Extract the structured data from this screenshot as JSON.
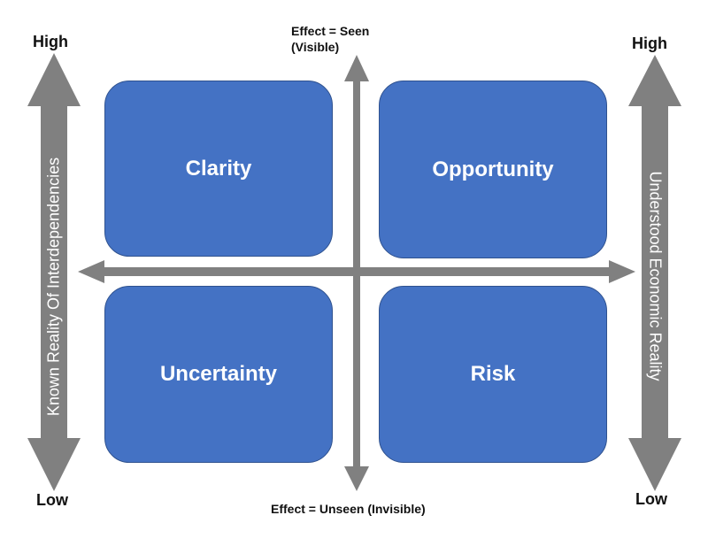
{
  "left_axis": {
    "high": "High",
    "low": "Low",
    "title": "Known Reality Of Interdependencies"
  },
  "right_axis": {
    "high": "High",
    "low": "Low",
    "title": "Understood Economic Reality"
  },
  "vertical_axis": {
    "top_line1": "Effect = Seen",
    "top_line2": "(Visible)",
    "bottom": "Effect = Unseen (Invisible)"
  },
  "quadrants": {
    "top_left": "Clarity",
    "top_right": "Opportunity",
    "bottom_left": "Uncertainty",
    "bottom_right": "Risk"
  },
  "colors": {
    "quadrant_fill": "#4472c4",
    "quadrant_border": "#2f528f",
    "arrow": "#808080",
    "text": "#111111"
  }
}
